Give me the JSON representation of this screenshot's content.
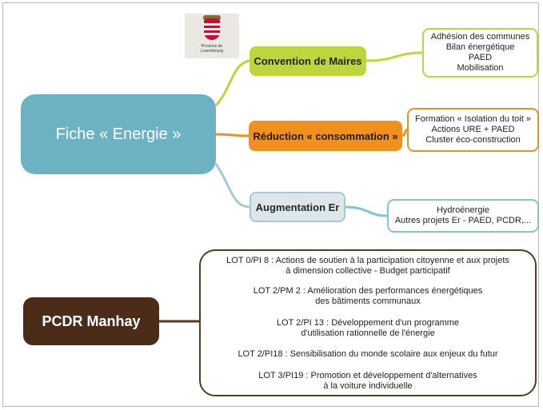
{
  "central": {
    "label": "Fiche « Energie »"
  },
  "logo": {
    "line1": "Province de",
    "line2": "Luxembourg"
  },
  "branches": [
    {
      "label": "Convention de Maires",
      "color": "#bfd53c",
      "details": [
        "Adhésion des communes",
        "Bilan énergétique",
        "PAED",
        "Mobilisation"
      ]
    },
    {
      "label": "Réduction « consommation »",
      "color": "#f0901e",
      "details": [
        "Formation « Isolation du toit »",
        "Actions URE + PAED",
        "Cluster éco-construction"
      ]
    },
    {
      "label": "Augmentation Er",
      "color": "#a7c9d2",
      "details": [
        "Hydroénergie",
        "Autres projets Er - PAED, PCDR,..."
      ]
    }
  ],
  "pcdr": {
    "label": "PCDR Manhay",
    "color": "#4a2c19",
    "lots": [
      {
        "line1": "LOT 0/PI 8 : Actions de soutien à la participation citoyenne et aux projets",
        "line2": "à dimension collective - Budget participatif"
      },
      {
        "line1": "LOT 2/PM 2 : Amélioration des performances énergétiques",
        "line2": "des bâtiments communaux"
      },
      {
        "line1": "LOT 2/PI 13 : Développement d'un programme",
        "line2": "d'utilisation rationnelle de l'énergie"
      },
      {
        "line1": "LOT 2/PI18 : Sensibilisation du monde scolaire aux enjeux du futur",
        "line2": ""
      },
      {
        "line1": "LOT 3/PI19 : Promotion et développement d'alternatives",
        "line2": "à la voiture individuelle"
      }
    ]
  }
}
